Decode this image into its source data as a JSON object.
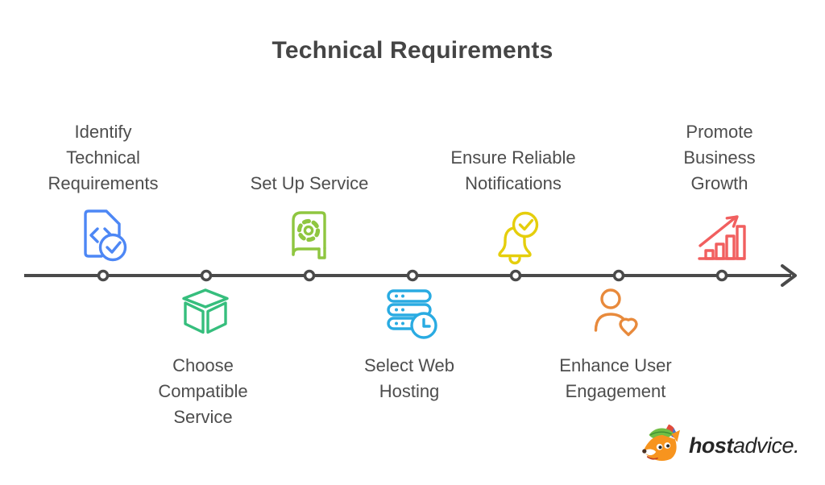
{
  "title": "Technical Requirements",
  "background": "#FFFFFF",
  "timeline": {
    "line_color": "#4A4A4A",
    "node_style": "white-circle-dark-ring",
    "direction": "left-to-right-arrow",
    "node_count": 7
  },
  "text_color": "#4D4D4D",
  "milestones": [
    {
      "label": [
        "Identify",
        "Technical",
        "Requirements"
      ],
      "side": "above",
      "icon": "document-code-check-icon",
      "color": "#4D87F5"
    },
    {
      "label": [
        "Choose",
        "Compatible",
        "Service"
      ],
      "side": "below",
      "icon": "cube-icon",
      "color": "#36BE7D"
    },
    {
      "label": [
        "Set Up Service"
      ],
      "side": "above",
      "icon": "book-gear-icon",
      "color": "#8FC640"
    },
    {
      "label": [
        "Select Web",
        "Hosting"
      ],
      "side": "below",
      "icon": "server-clock-icon",
      "color": "#29ABE2"
    },
    {
      "label": [
        "Ensure Reliable",
        "Notifications"
      ],
      "side": "above",
      "icon": "bell-check-icon",
      "color": "#E5CE0C"
    },
    {
      "label": [
        "Enhance User",
        "Engagement"
      ],
      "side": "below",
      "icon": "person-heart-icon",
      "color": "#E88A3C"
    },
    {
      "label": [
        "Promote",
        "Business",
        "Growth"
      ],
      "side": "above",
      "icon": "bar-chart-arrow-icon",
      "color": "#F15F5F"
    }
  ],
  "logo": {
    "mascot": "fox-mascot-icon",
    "brand_bold": "host",
    "brand_rest": "advice."
  }
}
